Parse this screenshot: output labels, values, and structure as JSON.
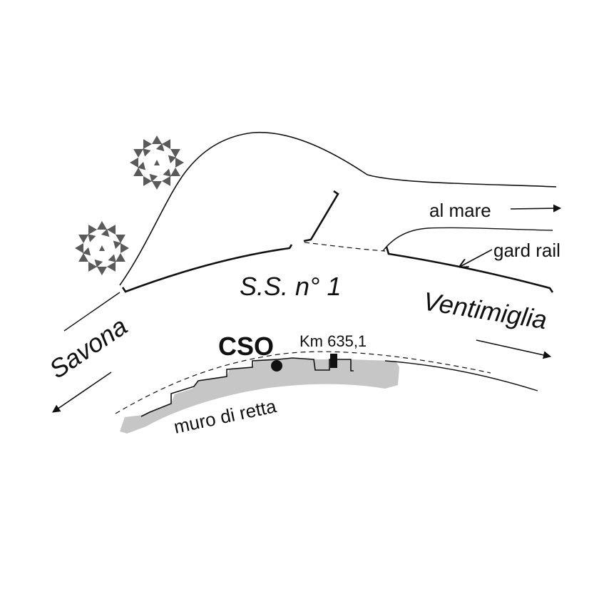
{
  "labels": {
    "sea": "al mare",
    "guardrail": "gard rail",
    "road": "S.S. n° 1",
    "ventimiglia": "Ventimiglia",
    "savona": "Savona",
    "station": "CSO",
    "km": "Km 635,1",
    "wall": "muro di retta"
  },
  "colors": {
    "ink": "#111111",
    "wall_fill": "#c6c6c6",
    "tree": "#5a5a5a"
  },
  "icons": [
    "tree-icon",
    "tree-icon",
    "arrow-right-icon",
    "arrow-left-icon",
    "station-dot-icon",
    "km-marker-icon"
  ]
}
